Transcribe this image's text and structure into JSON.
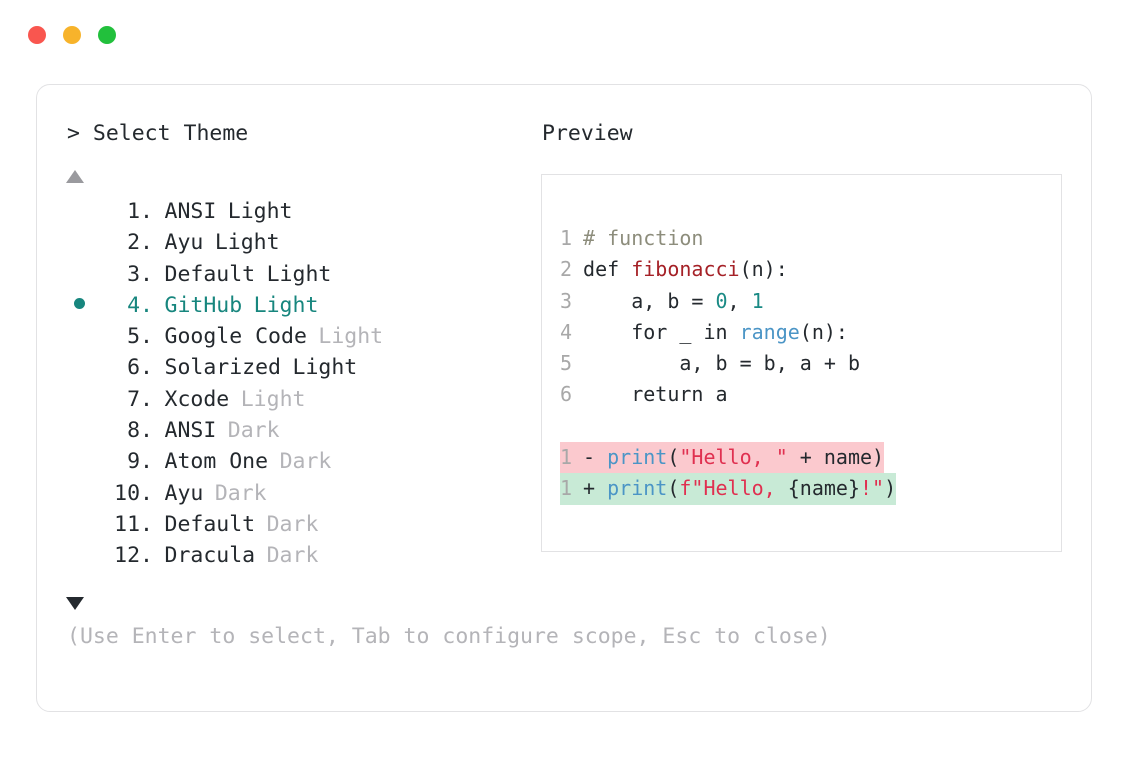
{
  "window": {
    "dots": [
      {
        "name": "close",
        "color": "#f9564f"
      },
      {
        "name": "minimize",
        "color": "#f7b32b"
      },
      {
        "name": "maximize",
        "color": "#22c03c"
      }
    ]
  },
  "selector": {
    "prompt": "> Select Theme",
    "scroll_up_icon": "triangle-up-icon",
    "scroll_down_icon": "triangle-down-icon",
    "selected_index": 4,
    "selected_color": "#17867e",
    "bullet_icon": "selected-bullet-icon",
    "items": [
      {
        "num": "1.",
        "name": "ANSI",
        "suffix": "Light",
        "suffix_dim": false,
        "selected": false
      },
      {
        "num": "2.",
        "name": "Ayu",
        "suffix": "Light",
        "suffix_dim": false,
        "selected": false
      },
      {
        "num": "3.",
        "name": "Default",
        "suffix": "Light",
        "suffix_dim": false,
        "selected": false
      },
      {
        "num": "4.",
        "name": "GitHub",
        "suffix": "Light",
        "suffix_dim": false,
        "selected": true
      },
      {
        "num": "5.",
        "name": "Google Code",
        "suffix": "Light",
        "suffix_dim": true,
        "selected": false
      },
      {
        "num": "6.",
        "name": "Solarized",
        "suffix": "Light",
        "suffix_dim": false,
        "selected": false
      },
      {
        "num": "7.",
        "name": "Xcode",
        "suffix": "Light",
        "suffix_dim": true,
        "selected": false
      },
      {
        "num": "8.",
        "name": "ANSI",
        "suffix": "Dark",
        "suffix_dim": true,
        "selected": false
      },
      {
        "num": "9.",
        "name": "Atom One",
        "suffix": "Dark",
        "suffix_dim": true,
        "selected": false
      },
      {
        "num": "10.",
        "name": "Ayu",
        "suffix": "Dark",
        "suffix_dim": true,
        "selected": false
      },
      {
        "num": "11.",
        "name": "Default",
        "suffix": "Dark",
        "suffix_dim": true,
        "selected": false
      },
      {
        "num": "12.",
        "name": "Dracula",
        "suffix": "Dark",
        "suffix_dim": true,
        "selected": false
      }
    ]
  },
  "preview": {
    "label": "Preview",
    "code_lines": [
      {
        "ln": "1",
        "tokens": [
          {
            "t": " ",
            "c": "plain"
          },
          {
            "t": "# function",
            "c": "comment"
          }
        ]
      },
      {
        "ln": "2",
        "tokens": [
          {
            "t": " ",
            "c": "plain"
          },
          {
            "t": "def ",
            "c": "keyword"
          },
          {
            "t": "fibonacci",
            "c": "func"
          },
          {
            "t": "(n):",
            "c": "punct"
          }
        ]
      },
      {
        "ln": "3",
        "tokens": [
          {
            "t": "     a, b = ",
            "c": "plain"
          },
          {
            "t": "0",
            "c": "number"
          },
          {
            "t": ", ",
            "c": "plain"
          },
          {
            "t": "1",
            "c": "number"
          }
        ]
      },
      {
        "ln": "4",
        "tokens": [
          {
            "t": "     for _ in ",
            "c": "plain"
          },
          {
            "t": "range",
            "c": "builtin"
          },
          {
            "t": "(n):",
            "c": "punct"
          }
        ]
      },
      {
        "ln": "5",
        "tokens": [
          {
            "t": "         a, b = b, a + b",
            "c": "plain"
          }
        ]
      },
      {
        "ln": "6",
        "tokens": [
          {
            "t": "     return a",
            "c": "plain"
          }
        ]
      }
    ],
    "diff_lines": [
      {
        "ln": "1",
        "kind": "del",
        "bg": "#fbc9ce",
        "tokens": [
          {
            "t": " - ",
            "c": "plain"
          },
          {
            "t": "print",
            "c": "builtin"
          },
          {
            "t": "(",
            "c": "punct"
          },
          {
            "t": "\"Hello, \"",
            "c": "string"
          },
          {
            "t": " + name)",
            "c": "plain"
          }
        ]
      },
      {
        "ln": "1",
        "kind": "add",
        "bg": "#c8ead6",
        "tokens": [
          {
            "t": " + ",
            "c": "plain"
          },
          {
            "t": "print",
            "c": "builtin"
          },
          {
            "t": "(",
            "c": "punct"
          },
          {
            "t": "f\"Hello, ",
            "c": "string"
          },
          {
            "t": "{name}",
            "c": "plain"
          },
          {
            "t": "!\"",
            "c": "string"
          },
          {
            "t": ")",
            "c": "punct"
          }
        ]
      }
    ]
  },
  "footer": {
    "hint": "(Use Enter to select, Tab to configure scope, Esc to close)"
  }
}
